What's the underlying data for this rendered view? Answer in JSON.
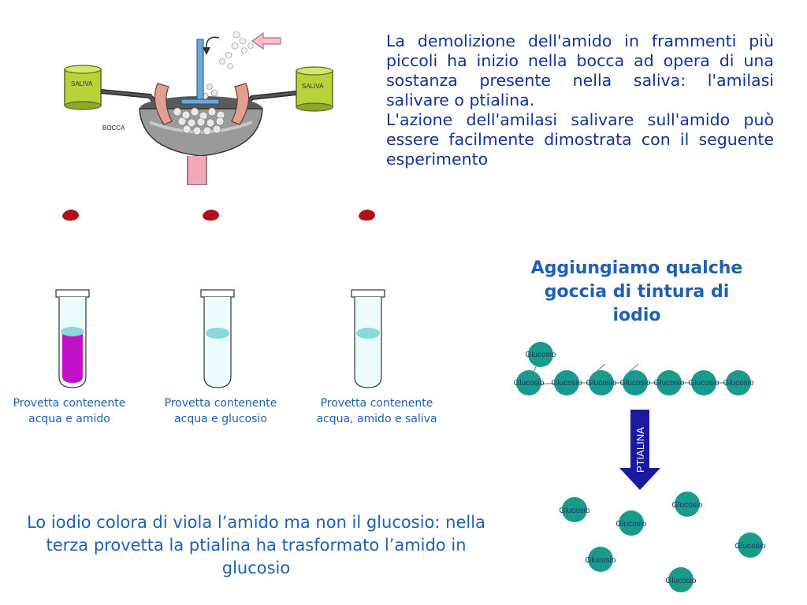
{
  "intro": {
    "paragraph1": "La demolizione dell'amido in frammenti più piccoli ha inizio nella bocca ad opera di una sostanza presente nella saliva: l'amilasi salivare o ptialina.",
    "paragraph2": "L'azione dell'amilasi salivare sull'amido può essere facilmente dimostrata con il seguente esperimento"
  },
  "mouth_illustration": {
    "label_left": "SALIVA",
    "label_right": "SALIVA",
    "label_mouth": "BOCCA"
  },
  "iodine_heading": "Aggiungiamo qualche goccia di tintura di iodio",
  "tubes": [
    {
      "caption": "Provetta contenente acqua e amido",
      "liquid_color": "#c010c8"
    },
    {
      "caption": "Provetta contenente acqua e  glucosio",
      "liquid_color": "#ecfcfc"
    },
    {
      "caption": "Provetta contenente acqua, amido e saliva",
      "liquid_color": "#ecfcfc"
    }
  ],
  "conclusion": "Lo iodio colora di viola l’amido ma non il glucosio: nella terza provetta la ptialina ha trasformato l’amido in glucosio",
  "diagram": {
    "molecule_label": "Glucosio",
    "enzyme_label": "PTIALINA",
    "colors": {
      "glucose": "#1a9a8a",
      "arrow": "#1a1aa0",
      "drop": "#b0101a",
      "text": "#1f5fb4"
    }
  }
}
